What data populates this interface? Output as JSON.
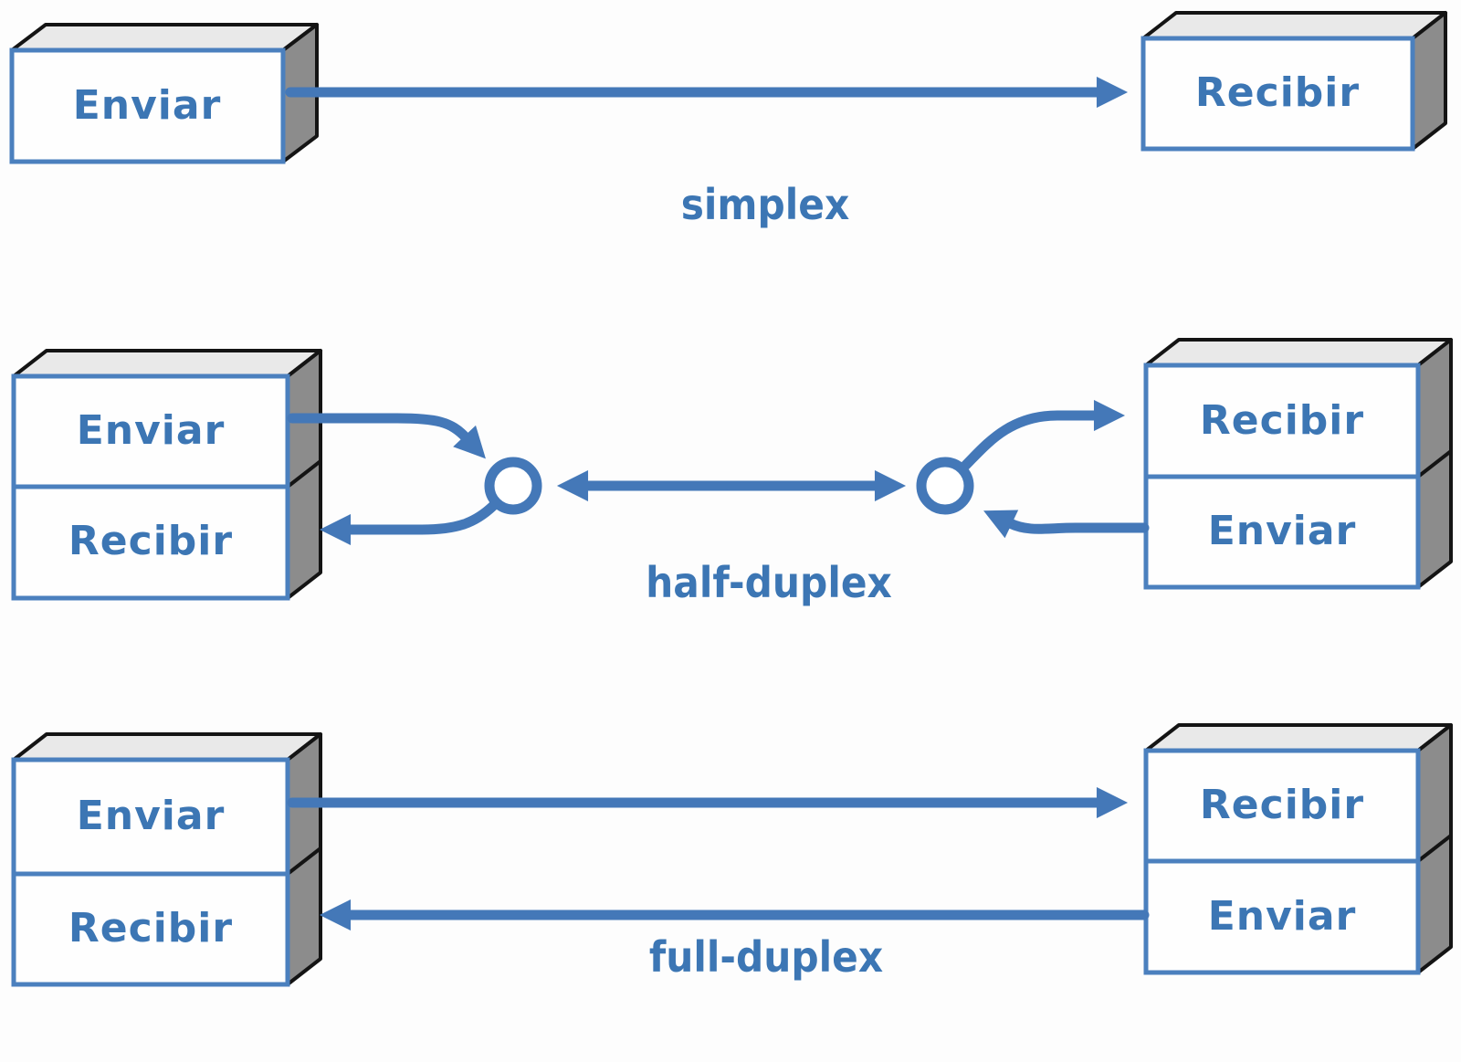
{
  "colors": {
    "arrow_blue": "#4478b8",
    "text_blue": "#3c76b4",
    "box_front_border_blue": "#4b80be",
    "box_front_fill": "#fefefe",
    "box_top_face_gray": "#e9e9e9",
    "box_side_face_gray": "#8c8c8c",
    "box_edge_black": "#141414",
    "background": "#fdfdfd"
  },
  "sections": {
    "simplex": {
      "label": "simplex",
      "left_box": {
        "top": "Enviar"
      },
      "right_box": {
        "top": "Recibir"
      }
    },
    "half_duplex": {
      "label": "half-duplex",
      "left_box": {
        "top": "Enviar",
        "bottom": "Recibir"
      },
      "right_box": {
        "top": "Recibir",
        "bottom": "Enviar"
      }
    },
    "full_duplex": {
      "label": "full-duplex",
      "left_box": {
        "top": "Enviar",
        "bottom": "Recibir"
      },
      "right_box": {
        "top": "Recibir",
        "bottom": "Enviar"
      }
    }
  }
}
